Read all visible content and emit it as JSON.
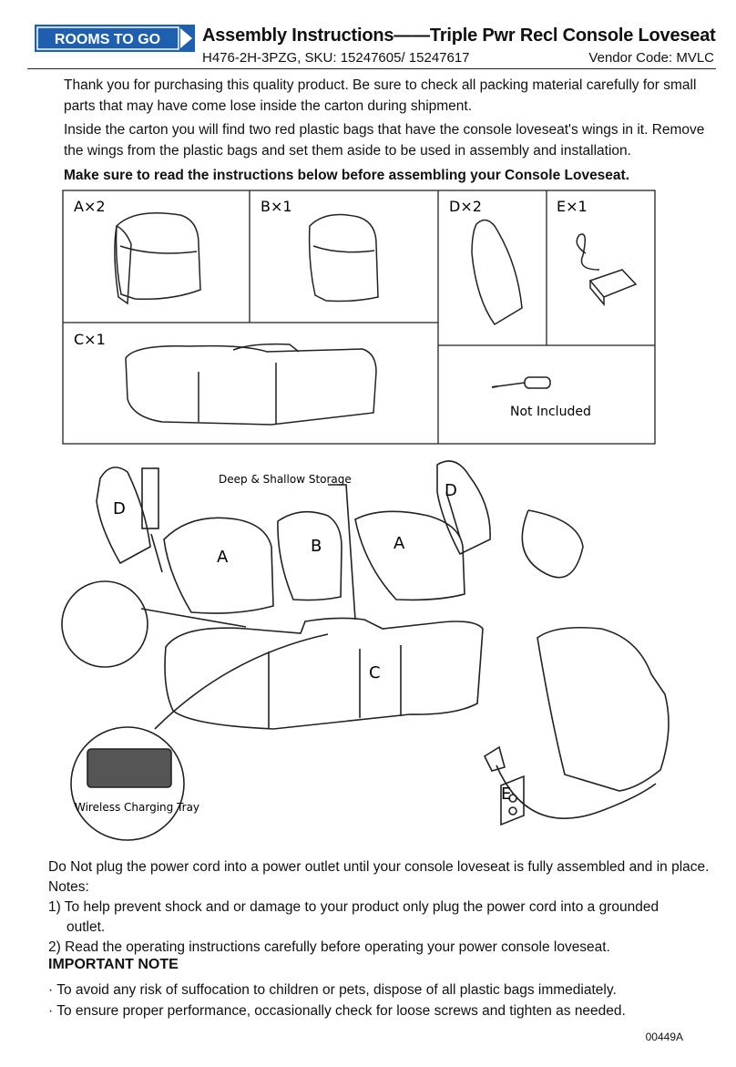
{
  "header": {
    "logo_text": "ROOMS TO GO",
    "title": "Assembly Instructions——Triple Pwr Recl Console Loveseat",
    "subtitle": "H476-2H-3PZG, SKU: 15247605/ 15247617",
    "vendor": "Vendor Code: MVLC"
  },
  "intro": {
    "p1": "Thank you for purchasing this quality product. Be sure to check all packing material carefully for small parts that may have come lose inside the carton during shipment.",
    "p2": "Inside the carton you will find two red plastic bags that have the console loveseat's wings in it. Remove the wings from the plastic bags and set them aside to be used in assembly and installation.",
    "p3": "Make sure to read the instructions below before assembling your Console Loveseat."
  },
  "parts": {
    "a": "A×2",
    "b": "B×1",
    "c": "C×1",
    "d": "D×2",
    "e": "E×1",
    "tool_note": "Not Included"
  },
  "diagram": {
    "storage_label": "Deep & Shallow Storage",
    "tray_label": "Wireless Charging Tray",
    "label_a": "A",
    "label_b": "B",
    "label_c": "C",
    "label_d": "D",
    "label_e": "E"
  },
  "notes": {
    "warning": "Do Not plug the power cord into a power outlet until your console loveseat is fully assembled and in place.",
    "heading": "Notes:",
    "n1": "1) To help prevent shock and or damage to your product only plug the power cord into a grounded",
    "n1b": "outlet.",
    "n2": "2) Read the operating instructions carefully before operating your power console loveseat."
  },
  "important": {
    "title": "IMPORTANT NOTE",
    "b1": "·  To avoid any risk of suffocation to children or pets, dispose of all plastic bags immediately.",
    "b2": "·  To ensure proper performance, occasionally check for loose screws and tighten as needed."
  },
  "footer": {
    "doc_number": "00449A"
  },
  "colors": {
    "logo_blue": "#1f5fb0",
    "ink": "#111111"
  }
}
